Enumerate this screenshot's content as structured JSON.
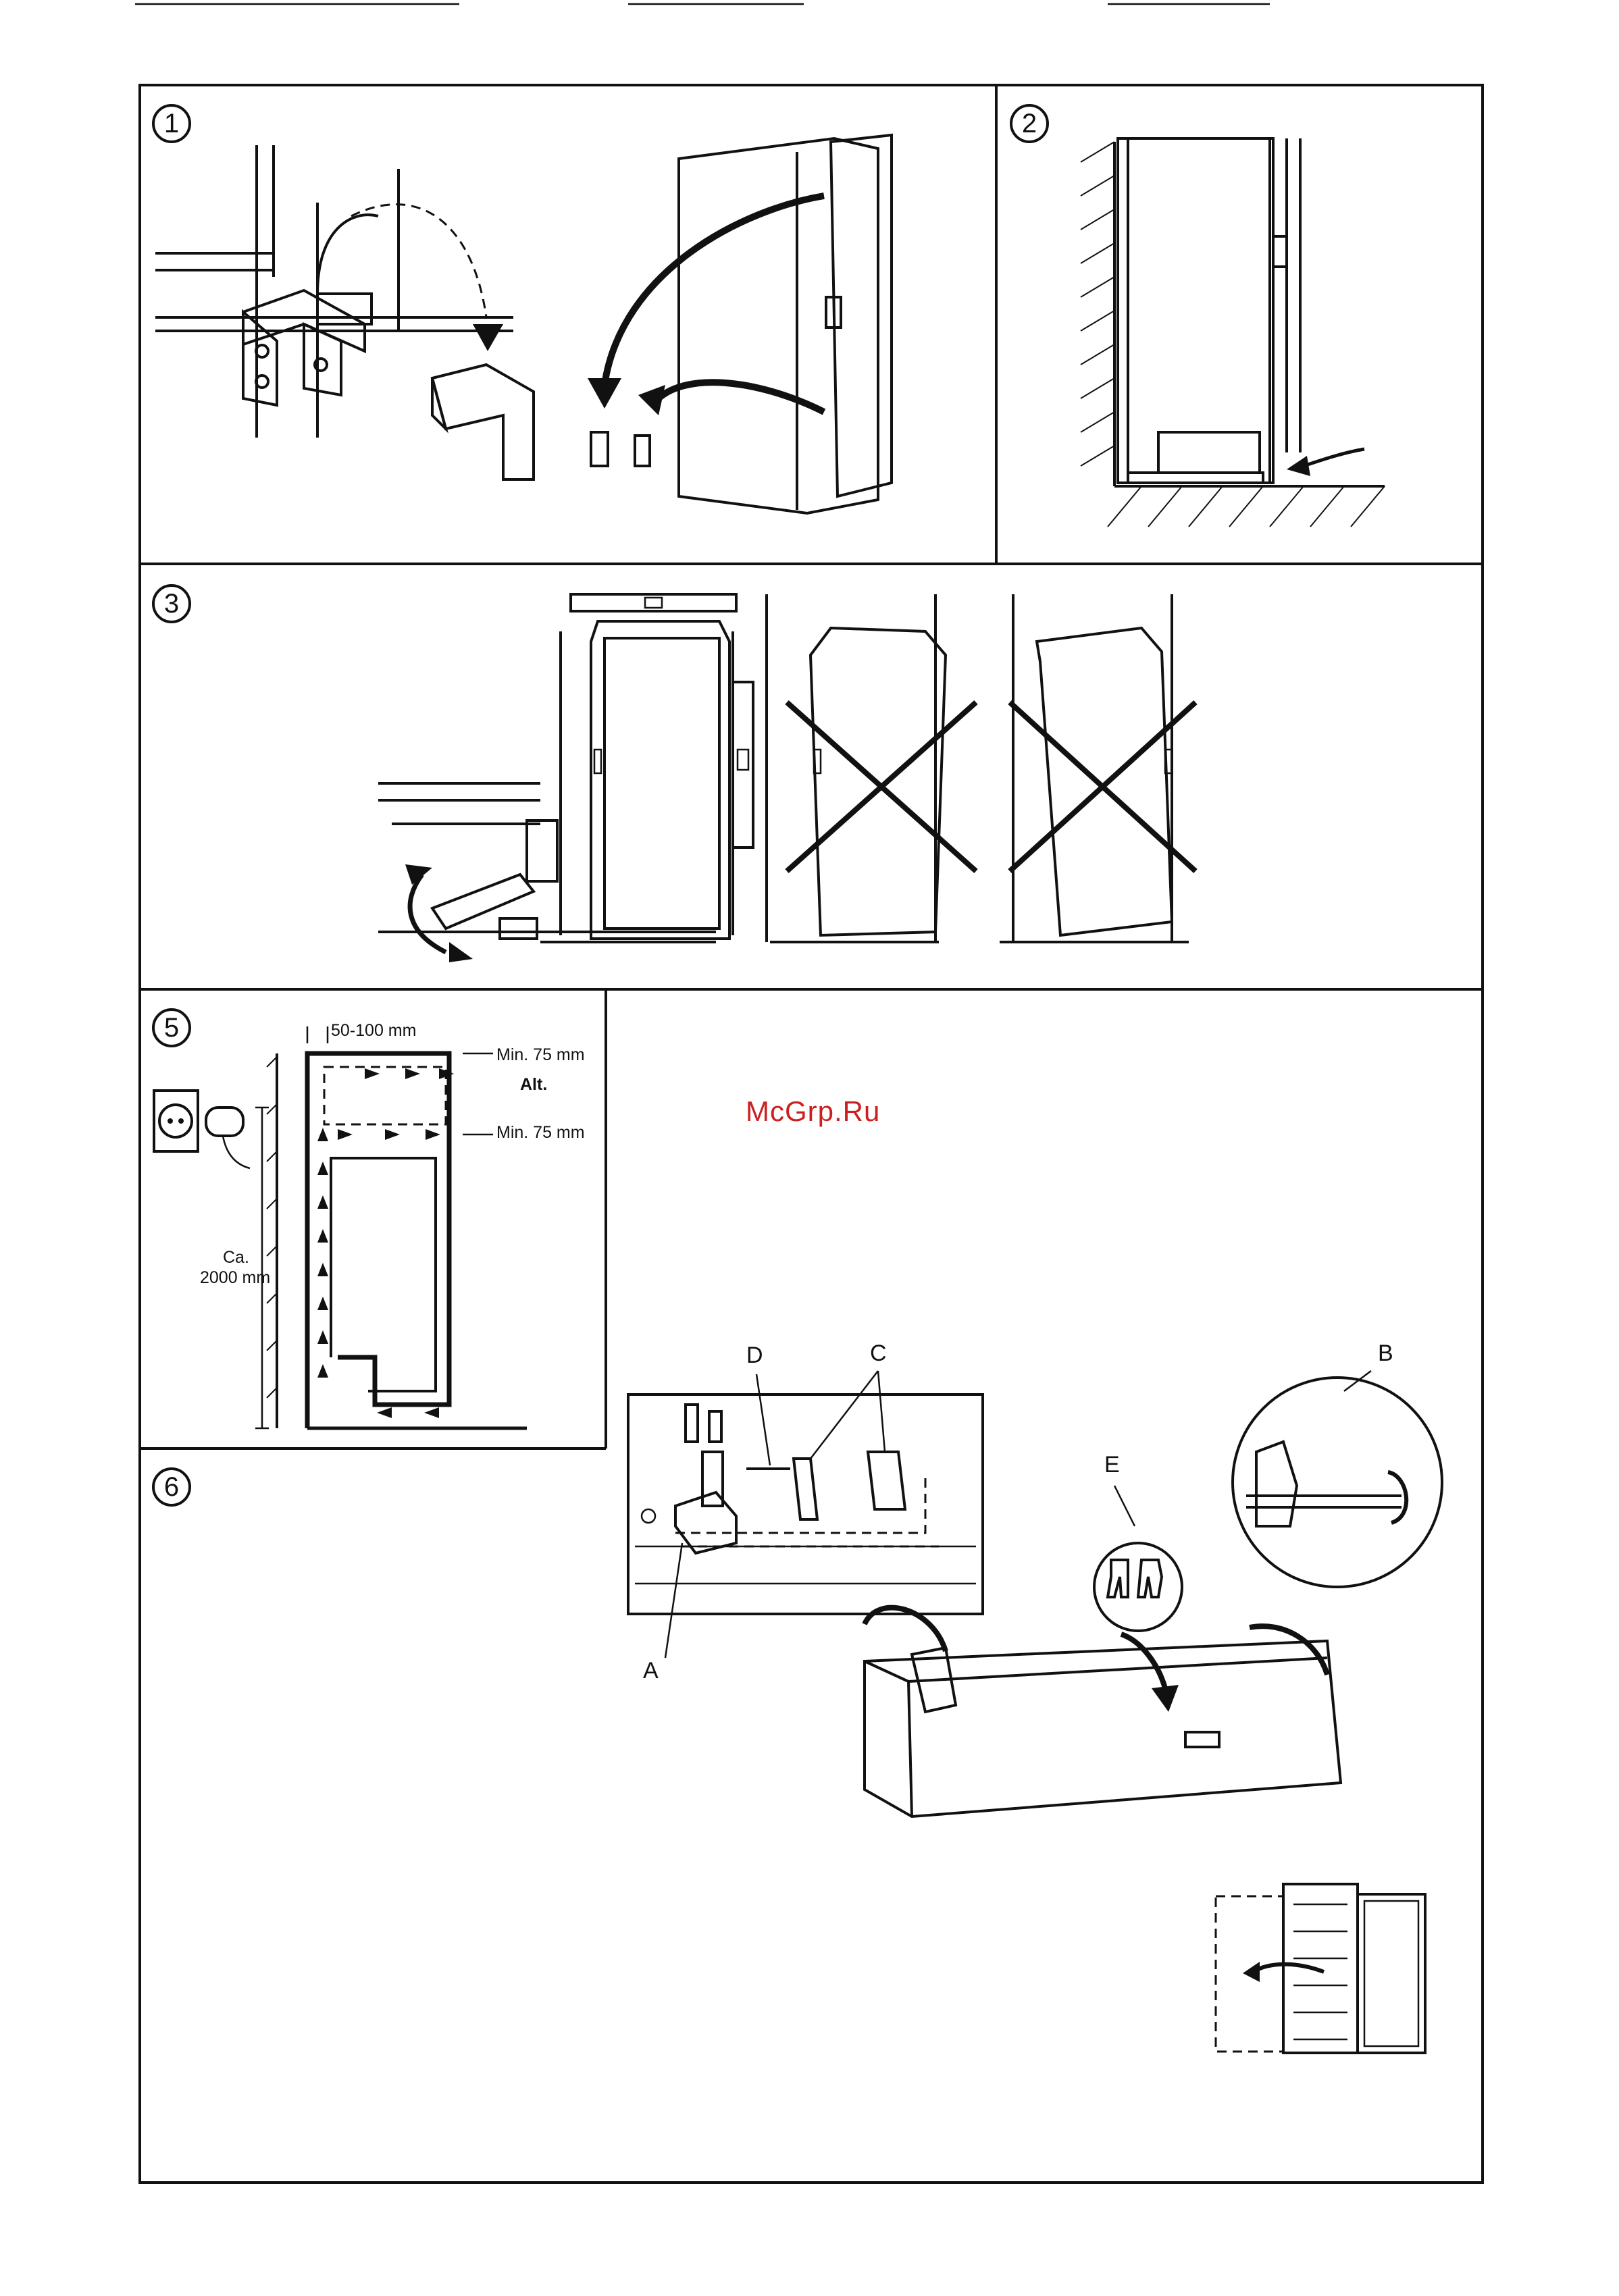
{
  "panels": {
    "p1": {
      "number": "1"
    },
    "p2": {
      "number": "2"
    },
    "p3": {
      "number": "3"
    },
    "p5": {
      "number": "5",
      "gap_label": "50-100 mm",
      "min_top": "Min. 75 mm",
      "alt": "Alt.",
      "min_mid": "Min. 75 mm",
      "height_ca": "Ca.",
      "height_value": "2000 mm"
    },
    "p6": {
      "number": "6",
      "labels": {
        "a": "A",
        "b": "B",
        "c": "C",
        "d": "D",
        "e": "E"
      }
    }
  },
  "watermark": "McGrp.Ru",
  "colors": {
    "ink": "#111111",
    "watermark": "#cc1f1f",
    "background": "#ffffff"
  }
}
